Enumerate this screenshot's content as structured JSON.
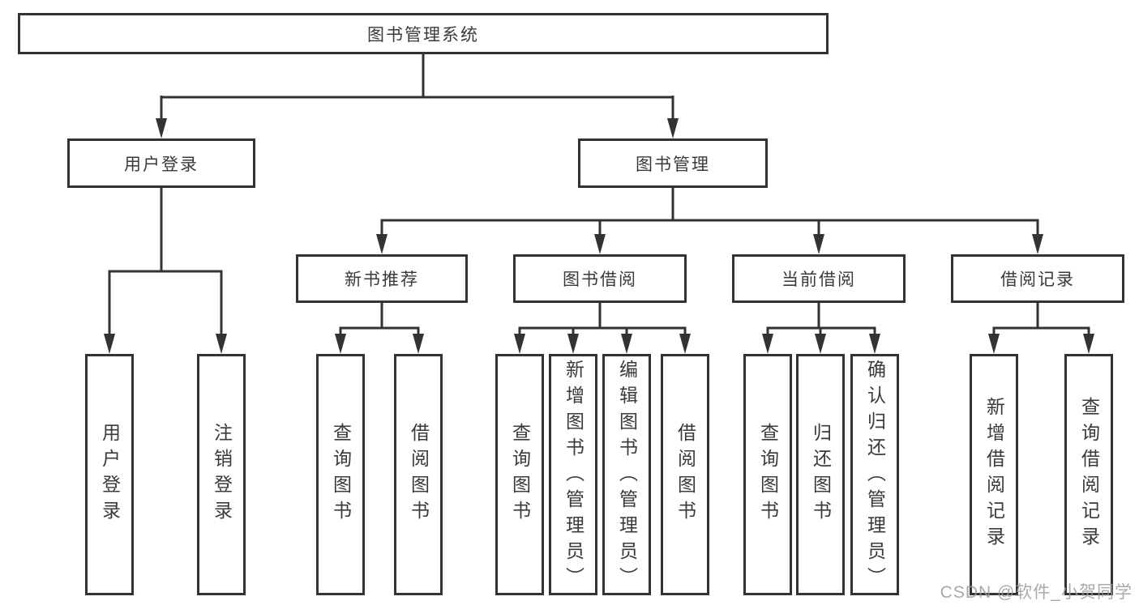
{
  "diagram": {
    "root": {
      "label": "图书管理系统"
    },
    "level2": [
      {
        "label": "用户登录"
      },
      {
        "label": "图书管理"
      }
    ],
    "level3": [
      {
        "label": "新书推荐"
      },
      {
        "label": "图书借阅"
      },
      {
        "label": "当前借阅"
      },
      {
        "label": "借阅记录"
      }
    ],
    "leaves": [
      {
        "label": "用户登录"
      },
      {
        "label": "注销登录"
      },
      {
        "label": "查询图书"
      },
      {
        "label": "借阅图书"
      },
      {
        "label": "查询图书"
      },
      {
        "label": "新增图书（管理员）"
      },
      {
        "label": "编辑图书（管理员）"
      },
      {
        "label": "借阅图书"
      },
      {
        "label": "查询图书"
      },
      {
        "label": "归还图书"
      },
      {
        "label": "确认归还（管理员）"
      },
      {
        "label": "新增借阅记录"
      },
      {
        "label": "查询借阅记录"
      }
    ],
    "colors": {
      "line": "#333333",
      "text": "#3a3a3a",
      "background": "#ffffff",
      "watermark": "#9a9aa0"
    },
    "watermark": "CSDN @软件_小贺同学"
  }
}
